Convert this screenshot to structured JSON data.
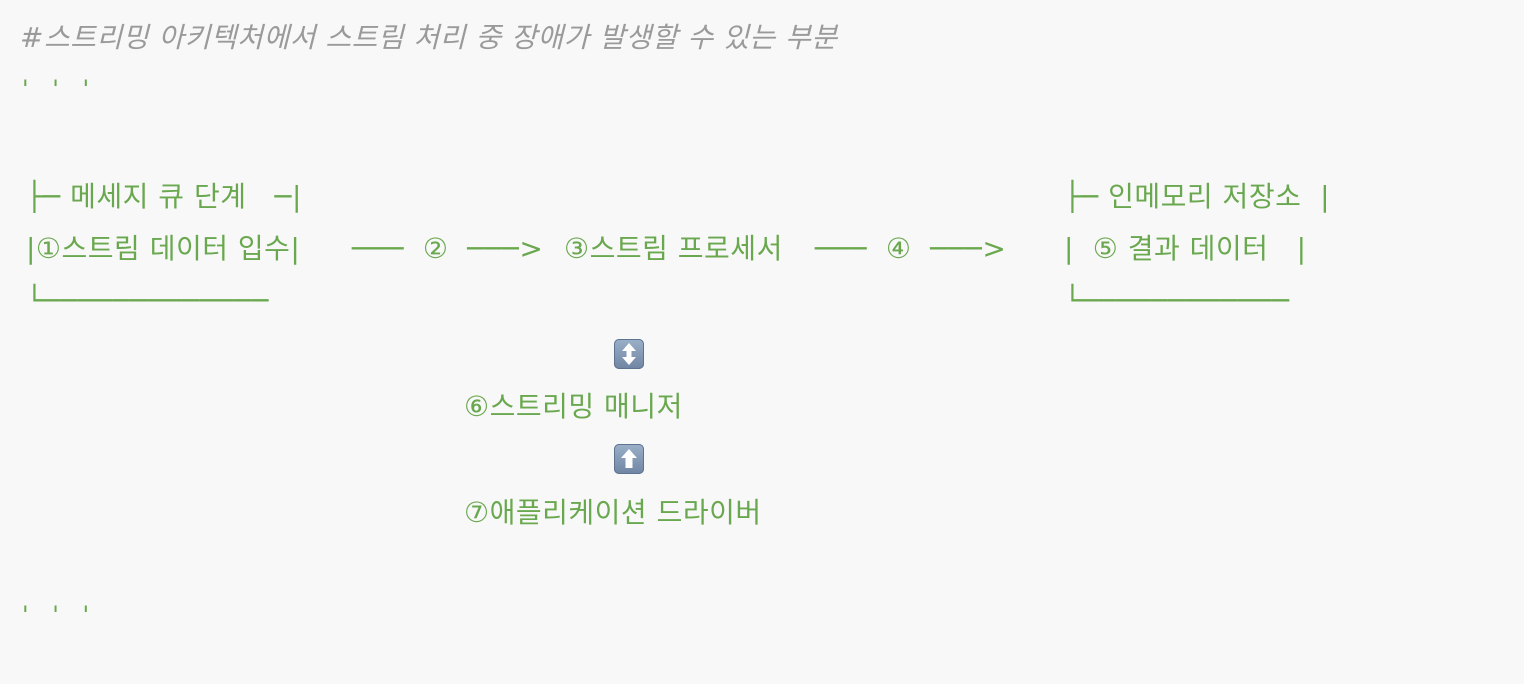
{
  "comment": "#스트리밍 아키텍처에서 스트림 처리 중 장애가 발생할 수 있는 부분",
  "code_fence_open": "' ' '",
  "code_fence_close": "' ' '",
  "queue_box": {
    "top": "├─ 메세지 큐 단계   ─|",
    "middle": "|①스트림 데이터 입수|",
    "bottom": "└─────────────"
  },
  "flow": {
    "arrow1": "───  ②  ───>",
    "processor": "③스트림 프로세서",
    "arrow2": "───  ④  ───>"
  },
  "store_box": {
    "top": "├─ 인메모리 저장소  |",
    "middle": "|  ⑤ 결과 데이터   |",
    "bottom": "└────────────"
  },
  "manager": "⑥스트리밍 매니저",
  "driver": "⑦애플리케이션 드라이버",
  "icons": {
    "updown": "up-down-arrow-icon",
    "up": "up-arrow-icon"
  },
  "colors": {
    "text": "#6aa84f",
    "comment": "#9a9a9a",
    "background": "#f8f8f8"
  }
}
